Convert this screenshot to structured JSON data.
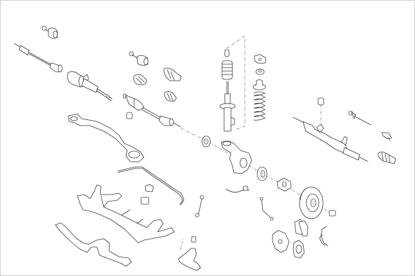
{
  "diagram": {
    "kind": "exploded-view",
    "colors": {
      "line": "#3a3a3a",
      "background": "#ffffff",
      "frame": "#d0d0d0",
      "shade": "#e8e8e8"
    },
    "parts": [
      "cv-joint-outer",
      "drive-shaft-left",
      "intermediate-shaft",
      "cv-joint-inner",
      "cv-boot-1",
      "cv-boot-2",
      "cv-boot-3",
      "drive-shaft-right",
      "bushing-small",
      "upper-control-bracket",
      "strut-bump-stop",
      "strut-dust-boot",
      "shock-absorber",
      "strut-top-mount",
      "strut-bearing",
      "spring-seat",
      "coil-spring",
      "wheel-bearing-disk",
      "steering-knuckle",
      "hub-bearing",
      "wheel-hub",
      "brake-disc",
      "hub-nut",
      "steering-rack",
      "tie-rod",
      "tie-rod-end",
      "rack-boot",
      "rack-bushing",
      "stabilizer-bar",
      "stabilizer-clamp-1",
      "stabilizer-clamp-2",
      "stabilizer-link",
      "sensor-bracket",
      "abs-sensor",
      "subframe",
      "front-cross-member",
      "lower-control-arm",
      "brake-caliper",
      "brake-pads",
      "caliper-carrier",
      "pad-retaining-spring"
    ]
  }
}
